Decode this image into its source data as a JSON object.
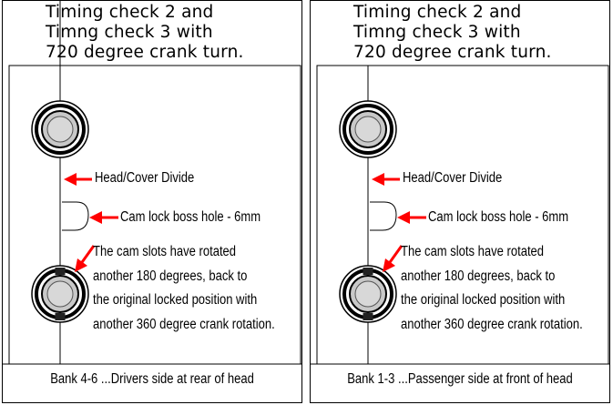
{
  "panels": [
    {
      "title": "Timing check 2 and\nTimng check 3 with\n720 degree crank turn.",
      "label_divide": "Head/Cover Divide",
      "label_boss": "Cam lock boss hole -  6mm",
      "label_slots": "The cam slots have rotated\nanother 180 degrees, back to\nthe original locked position with\nanother 360 degree crank rotation.",
      "caption": "Bank 4-6 ...Drivers side at rear of head"
    },
    {
      "title": "Timing check 2 and\nTimng check 3 with\n720 degree crank turn.",
      "label_divide": "Head/Cover Divide",
      "label_boss": "Cam lock boss hole -  6mm",
      "label_slots": "The cam slots have rotated\nanother 180 degrees, back to\nthe original locked position with\nanother 360 degree crank rotation.",
      "caption": "Bank 1-3 ...Passenger side at front of head"
    }
  ],
  "colors": {
    "arrow": "#ff0000",
    "line": "#000000",
    "background": "#ffffff"
  }
}
